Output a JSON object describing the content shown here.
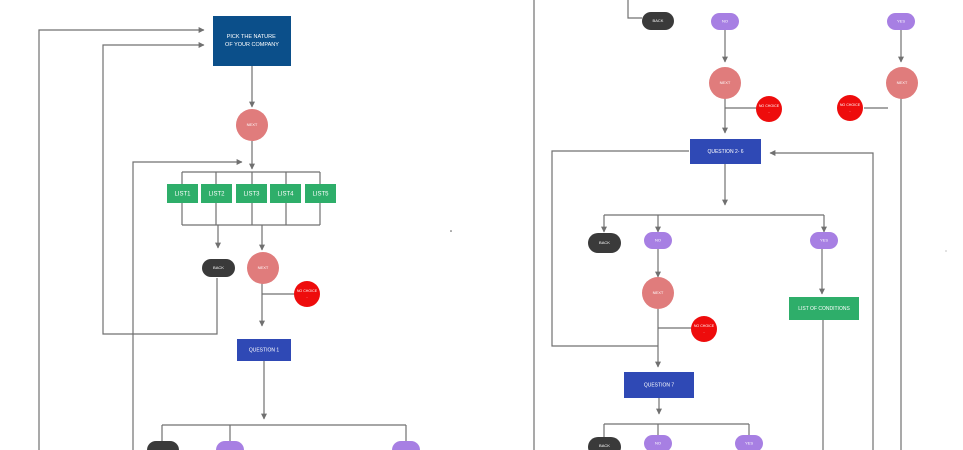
{
  "colors": {
    "start_box": "#0b4f8a",
    "question_box": "#2f49b5",
    "list_box": "#2eae6a",
    "next_circle": "#e07c7c",
    "no_choice_circle": "#ee0c0c",
    "back_pill": "#3a3a3a",
    "yes_no_pill": "#a77fe3",
    "connector": "#707070"
  },
  "left_flow": {
    "start_box": "PICK THE NATURE\nOF YOUR COMPANY",
    "next_1": "NEXT",
    "lists": [
      "LIST1",
      "LIST2",
      "LIST3",
      "LIST4",
      "LIST5"
    ],
    "back": "BACK",
    "next_2": "NEXT",
    "no_choice": "NO CHOICE",
    "no_choice_sub": "...",
    "question": "QUESTION 1"
  },
  "right_flow": {
    "back_top": "BACK",
    "no_top": "NO",
    "yes_top": "YES",
    "next_top_left": "NEXT",
    "next_top_right": "NEXT",
    "no_choice_1": "NO CHOICE",
    "no_choice_2": "NO CHOICE",
    "no_choice_sub": "...",
    "question_2_6": "QUESTION 2- 6",
    "back_mid": "BACK",
    "no_mid": "NO",
    "yes_mid": "YES",
    "next_mid": "NEXT",
    "no_choice_3": "NO CHOICE",
    "list_of_conditions": "LIST OF CONDITIONS",
    "question_7": "QUESTION 7",
    "back_bottom": "BACK",
    "no_bottom": "NO",
    "yes_bottom": "YES"
  }
}
